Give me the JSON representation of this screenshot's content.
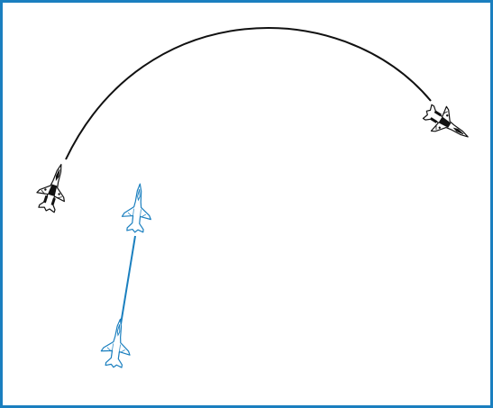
{
  "diagram": {
    "frame_color": "#1a7fbf",
    "black_aircraft": {
      "color": "#111111",
      "icon": "fighter-jet-icon",
      "count": 2,
      "path": "arc"
    },
    "blue_aircraft": {
      "color": "#1a7fbf",
      "icon": "fighter-jet-icon",
      "count": 2,
      "path": "straight-line"
    }
  }
}
